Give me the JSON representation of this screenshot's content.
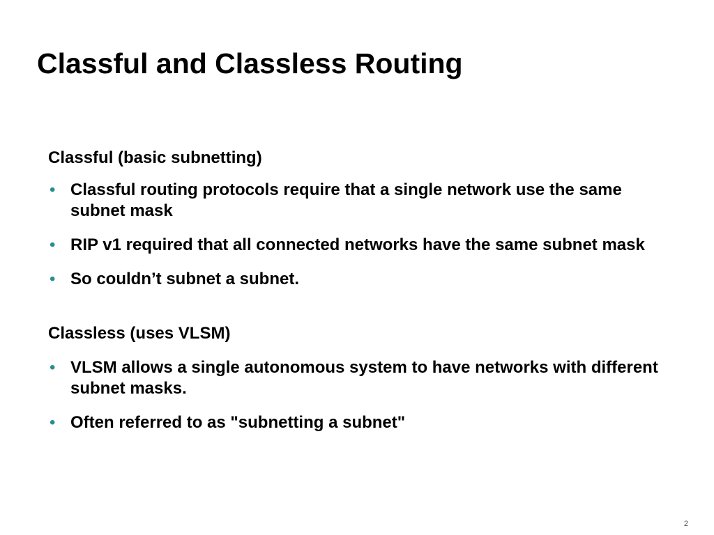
{
  "slide": {
    "title": "Classful and Classless Routing",
    "page_number": "2",
    "bullet_symbol": "•",
    "bullet_color": "#2a8c8c"
  },
  "sections": [
    {
      "heading": "Classful (basic subnetting)",
      "bullets": [
        "Classful routing protocols require that a single network use the same subnet mask",
        "RIP v1 required that all connected networks have the same subnet mask",
        "So couldn’t subnet a subnet."
      ]
    },
    {
      "heading": "Classless (uses VLSM)",
      "bullets": [
        "VLSM allows a single autonomous system to have networks with different subnet masks.",
        "Often referred to as \"subnetting a subnet\""
      ]
    }
  ]
}
